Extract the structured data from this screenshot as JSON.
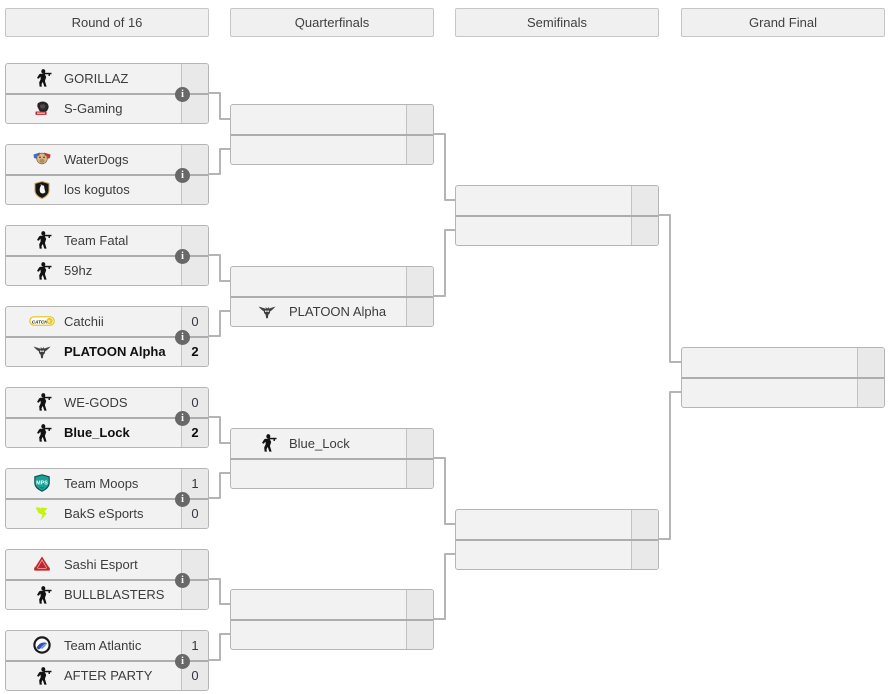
{
  "rounds": [
    {
      "name": "Round of 16",
      "matches": [
        {
          "info": true,
          "teams": [
            {
              "name": "GORILLAZ",
              "logo": "cs-default",
              "score": "",
              "winner": false
            },
            {
              "name": "S-Gaming",
              "logo": "s-gaming",
              "score": "",
              "winner": false
            }
          ]
        },
        {
          "info": true,
          "teams": [
            {
              "name": "WaterDogs",
              "logo": "waterdogs",
              "score": "",
              "winner": false
            },
            {
              "name": "los kogutos",
              "logo": "kogutos",
              "score": "",
              "winner": false
            }
          ]
        },
        {
          "info": true,
          "teams": [
            {
              "name": "Team Fatal",
              "logo": "cs-default",
              "score": "",
              "winner": false
            },
            {
              "name": "59hz",
              "logo": "cs-default",
              "score": "",
              "winner": false
            }
          ]
        },
        {
          "info": true,
          "teams": [
            {
              "name": "Catchii",
              "logo": "catchii",
              "score": "0",
              "winner": false
            },
            {
              "name": "PLATOON Alpha",
              "logo": "platoon",
              "score": "2",
              "winner": true
            }
          ]
        },
        {
          "info": true,
          "teams": [
            {
              "name": "WE-GODS",
              "logo": "cs-default",
              "score": "0",
              "winner": false
            },
            {
              "name": "Blue_Lock",
              "logo": "cs-default",
              "score": "2",
              "winner": true
            }
          ]
        },
        {
          "info": true,
          "teams": [
            {
              "name": "Team Moops",
              "logo": "moops",
              "score": "1",
              "winner": false
            },
            {
              "name": "BakS eSports",
              "logo": "baks",
              "score": "0",
              "winner": false
            }
          ]
        },
        {
          "info": true,
          "teams": [
            {
              "name": "Sashi Esport",
              "logo": "sashi",
              "score": "",
              "winner": false
            },
            {
              "name": "BULLBLASTERS",
              "logo": "cs-default",
              "score": "",
              "winner": false
            }
          ]
        },
        {
          "info": true,
          "teams": [
            {
              "name": "Team Atlantic",
              "logo": "atlantic",
              "score": "1",
              "winner": false
            },
            {
              "name": "AFTER PARTY",
              "logo": "cs-default",
              "score": "0",
              "winner": false
            }
          ]
        }
      ]
    },
    {
      "name": "Quarterfinals",
      "matches": [
        {
          "info": false,
          "teams": [
            {
              "name": "",
              "logo": "",
              "score": "",
              "winner": false
            },
            {
              "name": "",
              "logo": "",
              "score": "",
              "winner": false
            }
          ]
        },
        {
          "info": false,
          "teams": [
            {
              "name": "",
              "logo": "",
              "score": "",
              "winner": false
            },
            {
              "name": "PLATOON Alpha",
              "logo": "platoon",
              "score": "",
              "winner": false
            }
          ]
        },
        {
          "info": false,
          "teams": [
            {
              "name": "Blue_Lock",
              "logo": "cs-default",
              "score": "",
              "winner": false
            },
            {
              "name": "",
              "logo": "",
              "score": "",
              "winner": false
            }
          ]
        },
        {
          "info": false,
          "teams": [
            {
              "name": "",
              "logo": "",
              "score": "",
              "winner": false
            },
            {
              "name": "",
              "logo": "",
              "score": "",
              "winner": false
            }
          ]
        }
      ]
    },
    {
      "name": "Semifinals",
      "matches": [
        {
          "info": false,
          "teams": [
            {
              "name": "",
              "logo": "",
              "score": "",
              "winner": false
            },
            {
              "name": "",
              "logo": "",
              "score": "",
              "winner": false
            }
          ]
        },
        {
          "info": false,
          "teams": [
            {
              "name": "",
              "logo": "",
              "score": "",
              "winner": false
            },
            {
              "name": "",
              "logo": "",
              "score": "",
              "winner": false
            }
          ]
        }
      ]
    },
    {
      "name": "Grand Final",
      "matches": [
        {
          "info": false,
          "teams": [
            {
              "name": "",
              "logo": "",
              "score": "",
              "winner": false
            },
            {
              "name": "",
              "logo": "",
              "score": "",
              "winner": false
            }
          ]
        }
      ]
    }
  ],
  "info_icon_glyph": "i",
  "colors": {
    "page_background": "#ffffff",
    "row_background": "#f2f2f2",
    "score_background": "#e9e9e9",
    "box_border": "#b5b5b5",
    "connector": "#b4b4b4",
    "header_background": "#f0f0f0",
    "info_icon_background": "#686868",
    "winner_text": "#101010",
    "moops_teal": "#17a398",
    "baks_chartreuse": "#c6f211",
    "sashi_red": "#c0272d",
    "atlantic_blue": "#2a4fc7",
    "catchii_yellow": "#e8c71f",
    "waterdogs_wing_blue": "#3f6bd6",
    "waterdogs_wing_red": "#c43a30"
  }
}
